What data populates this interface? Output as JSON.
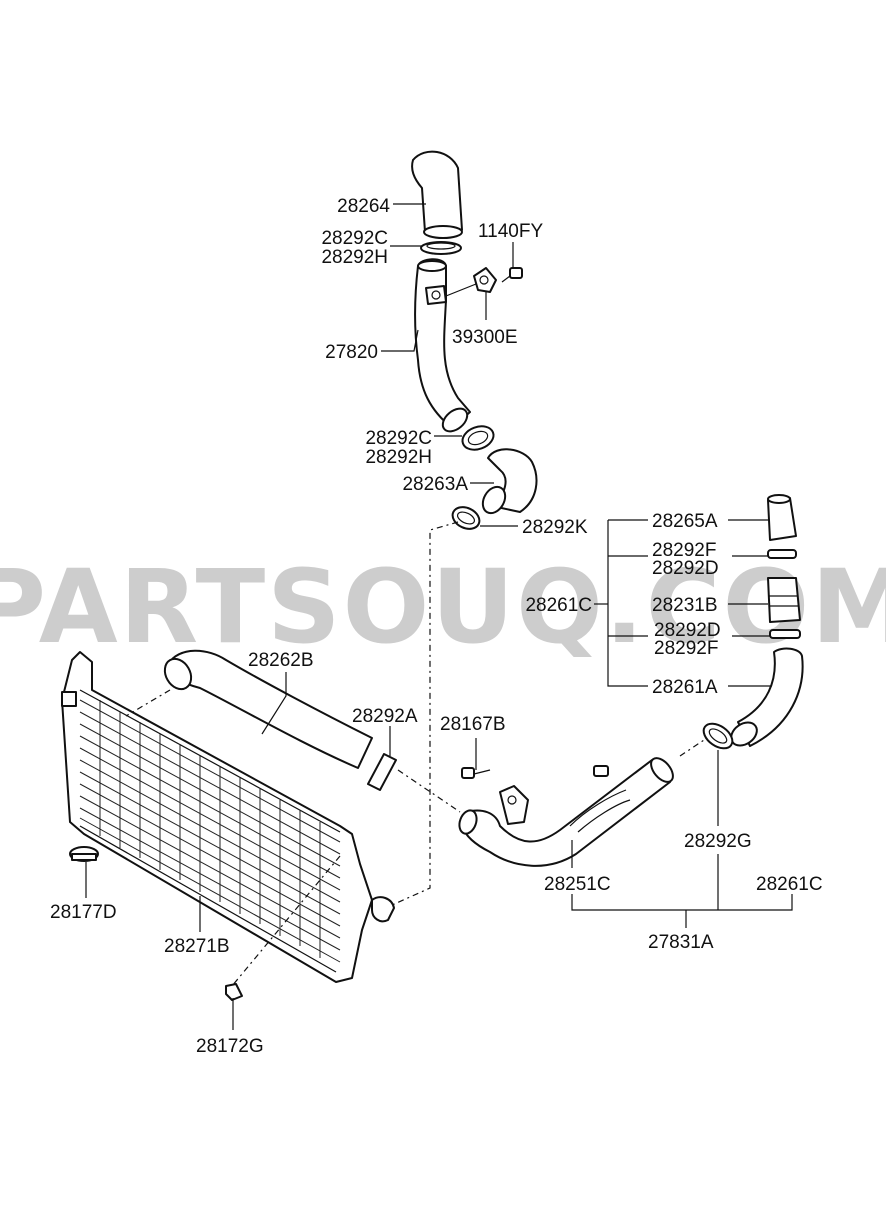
{
  "watermark": "PARTSOUQ.COM",
  "labels": {
    "p28264": "28264",
    "p28292C_top": "28292C",
    "p28292H_top": "28292H",
    "p1140FY": "1140FY",
    "p39300E": "39300E",
    "p27820": "27820",
    "p28292C_mid": "28292C",
    "p28292H_mid": "28292H",
    "p28263A": "28263A",
    "p28292K": "28292K",
    "p28265A": "28265A",
    "p28292F_a": "28292F",
    "p28292D_a": "28292D",
    "p28261C_left": "28261C",
    "p28231B": "28231B",
    "p28292D_b": "28292D",
    "p28292F_b": "28292F",
    "p28261A": "28261A",
    "p28262B": "28262B",
    "p28292A": "28292A",
    "p28167B": "28167B",
    "p28292G": "28292G",
    "p28251C": "28251C",
    "p28261C_right": "28261C",
    "p27831A": "27831A",
    "p28177D": "28177D",
    "p28271B": "28271B",
    "p28172G": "28172G"
  }
}
